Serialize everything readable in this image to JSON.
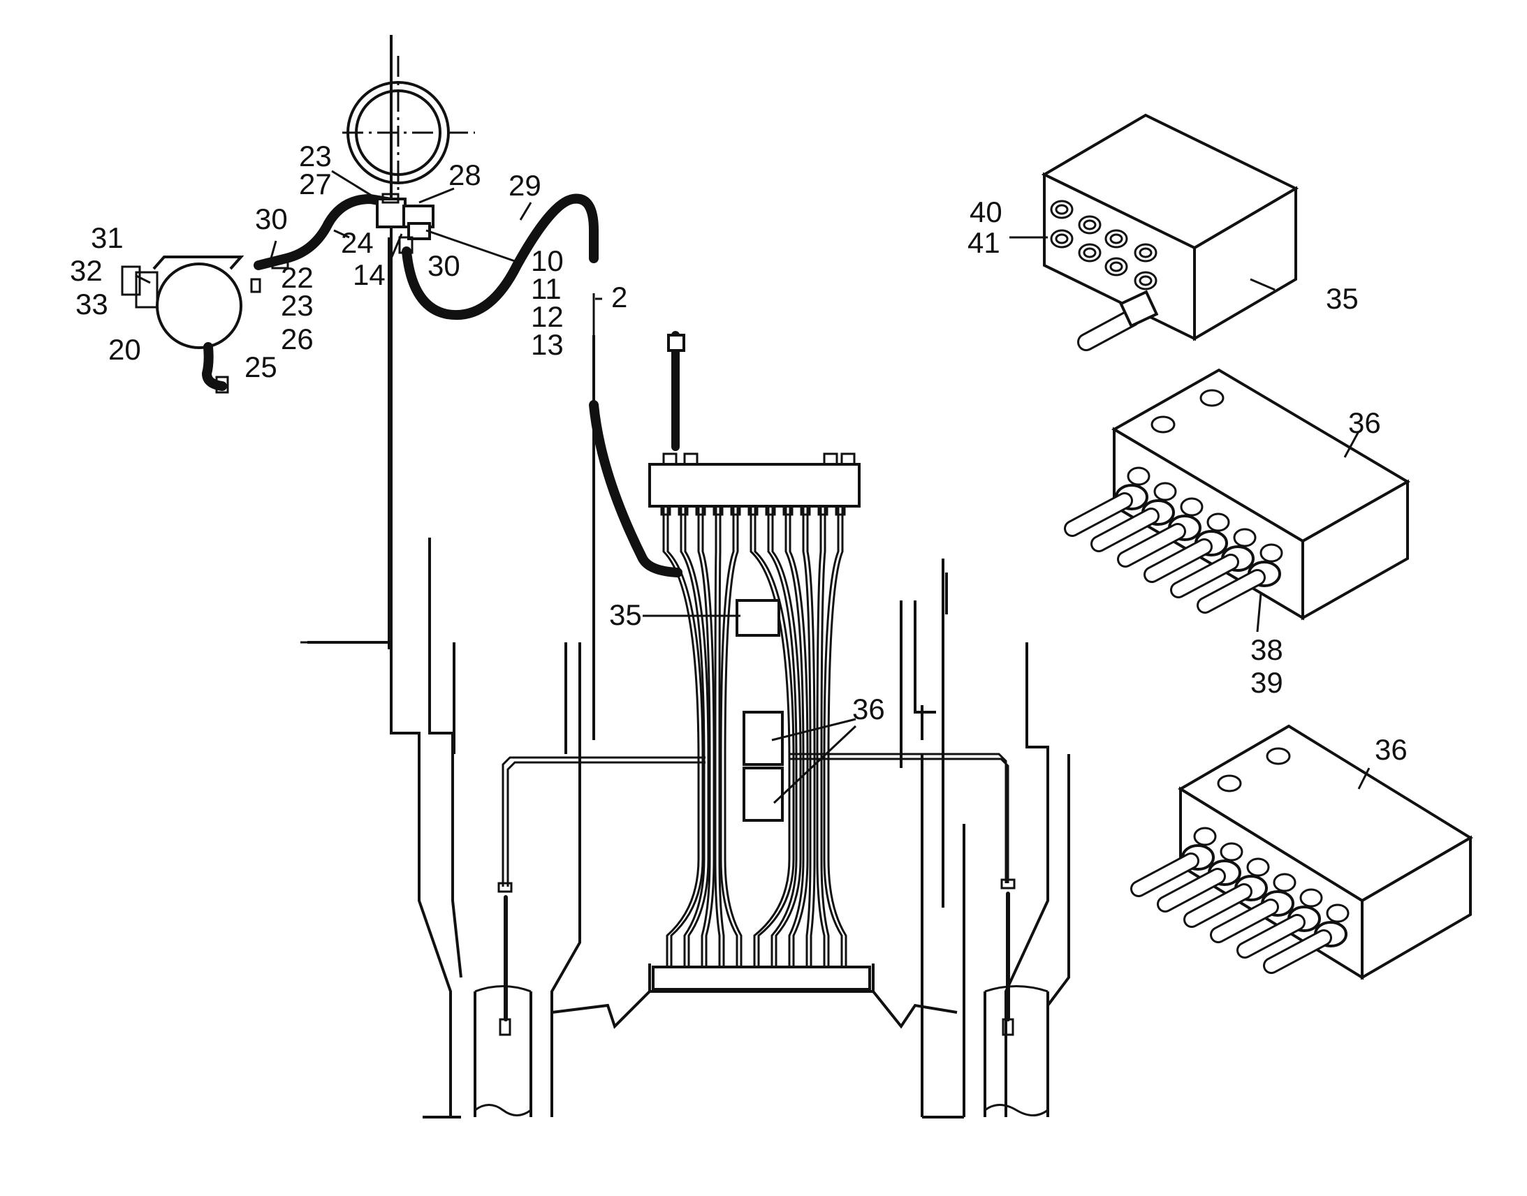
{
  "diagram": {
    "labels": {
      "l_23_top": "23",
      "l_27": "27",
      "l_28": "28",
      "l_29": "29",
      "l_30_left": "30",
      "l_24": "24",
      "l_31": "31",
      "l_32": "32",
      "l_33": "33",
      "l_22": "22",
      "l_23_mid": "23",
      "l_26": "26",
      "l_25": "25",
      "l_20": "20",
      "l_14": "14",
      "l_30_mid": "30",
      "l_10": "10",
      "l_11": "11",
      "l_12": "12",
      "l_13": "13",
      "l_2": "2",
      "l_35_center": "35",
      "l_36_center": "36",
      "l_40": "40",
      "l_41": "41",
      "l_35_right": "35",
      "l_36_right_a": "36",
      "l_38": "38",
      "l_39": "39",
      "l_36_right_b": "36"
    }
  }
}
